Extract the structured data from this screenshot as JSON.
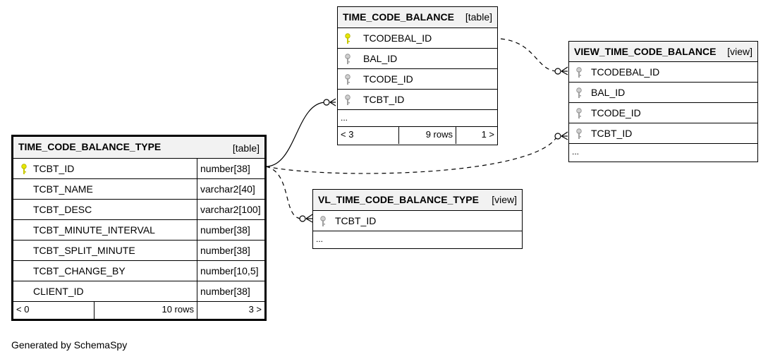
{
  "tables": {
    "time_code_balance_type": {
      "name": "TIME_CODE_BALANCE_TYPE",
      "kind": "[table]",
      "columns": [
        {
          "name": "TCBT_ID",
          "type": "number[38]"
        },
        {
          "name": "TCBT_NAME",
          "type": "varchar2[40]"
        },
        {
          "name": "TCBT_DESC",
          "type": "varchar2[100]"
        },
        {
          "name": "TCBT_MINUTE_INTERVAL",
          "type": "number[38]"
        },
        {
          "name": "TCBT_SPLIT_MINUTE",
          "type": "number[38]"
        },
        {
          "name": "TCBT_CHANGE_BY",
          "type": "number[10,5]"
        },
        {
          "name": "CLIENT_ID",
          "type": "number[38]"
        }
      ],
      "footer": {
        "parents": "< 0",
        "rows": "10 rows",
        "children": "3 >"
      }
    },
    "time_code_balance": {
      "name": "TIME_CODE_BALANCE",
      "kind": "[table]",
      "columns": [
        {
          "name": "TCODEBAL_ID"
        },
        {
          "name": "BAL_ID"
        },
        {
          "name": "TCODE_ID"
        },
        {
          "name": "TCBT_ID"
        }
      ],
      "ellipsis": "...",
      "footer": {
        "parents": "< 3",
        "rows": "9 rows",
        "children": "1 >"
      }
    },
    "view_time_code_balance": {
      "name": "VIEW_TIME_CODE_BALANCE",
      "kind": "[view]",
      "columns": [
        {
          "name": "TCODEBAL_ID"
        },
        {
          "name": "BAL_ID"
        },
        {
          "name": "TCODE_ID"
        },
        {
          "name": "TCBT_ID"
        }
      ],
      "ellipsis": "..."
    },
    "vl_time_code_balance_type": {
      "name": "VL_TIME_CODE_BALANCE_TYPE",
      "kind": "[view]",
      "columns": [
        {
          "name": "TCBT_ID"
        }
      ],
      "ellipsis": "..."
    }
  },
  "colors": {
    "primary_key": "#e6e600",
    "foreign_key": "#a0a0a0",
    "header_bg": "#f2f2f2"
  },
  "credit": "Generated by SchemaSpy"
}
